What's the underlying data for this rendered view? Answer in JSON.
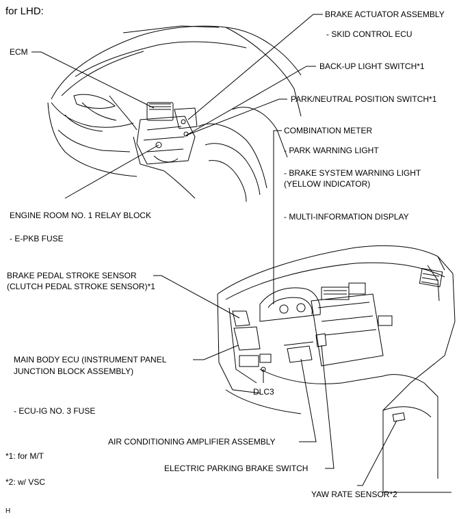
{
  "header": {
    "title": "for LHD:"
  },
  "labels": {
    "brake_actuator": "BRAKE ACTUATOR ASSEMBLY",
    "skid_control": "- SKID CONTROL ECU",
    "ecm": "ECM",
    "backup_light": "BACK-UP LIGHT SWITCH*1",
    "park_neutral": "PARK/NEUTRAL POSITION SWITCH*1",
    "combination_meter": "COMBINATION METER",
    "park_warning": "- PARK WARNING LIGHT",
    "brake_system_warning": "- BRAKE SYSTEM WARNING LIGHT",
    "yellow_indicator": "(YELLOW INDICATOR)",
    "multi_info": "- MULTI-INFORMATION DISPLAY",
    "engine_room_relay": "ENGINE ROOM NO. 1 RELAY BLOCK",
    "epkb_fuse": "- E-PKB FUSE",
    "brake_pedal_sensor": "BRAKE PEDAL STROKE SENSOR",
    "clutch_pedal_sensor": "(CLUTCH PEDAL STROKE SENSOR)*1",
    "main_body_ecu": "MAIN BODY ECU (INSTRUMENT PANEL",
    "junction_block": "JUNCTION BLOCK ASSEMBLY)",
    "dlc3": "DLC3",
    "ecu_ig_fuse": "- ECU-IG NO. 3 FUSE",
    "ac_amplifier": "AIR CONDITIONING AMPLIFIER ASSEMBLY",
    "footnote1": "*1: for M/T",
    "parking_brake_switch": "ELECTRIC PARKING BRAKE SWITCH",
    "footnote2": "*2: w/ VSC",
    "yaw_rate": "YAW RATE SENSOR*2",
    "code": "H"
  }
}
